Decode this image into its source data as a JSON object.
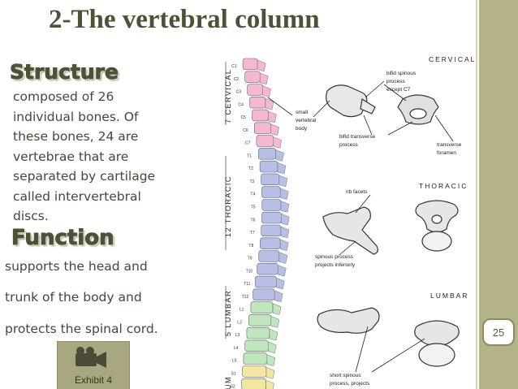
{
  "slide": {
    "title": "2-The vertebral column",
    "structure_heading": "Structure",
    "structure_text": "composed of 26\nindividual bones. Of\nthese bones, 24 are\nvertebrae that are\nseparated by cartilage\ncalled intervertebral\ndiscs.",
    "function_heading": "Function",
    "function_lines": [
      "supports the head and",
      "trunk of  the body and",
      "protects the spinal cord."
    ],
    "exhibit_label": "Exhibit 4",
    "page_number": "25"
  },
  "figure": {
    "region_labels": {
      "cervical": "7 CERVICAL",
      "thoracic": "12 THORACIC",
      "lumbar": "5 LUMBAR",
      "sacrum": "UM"
    },
    "section_titles": {
      "cervical": "CERVICAL",
      "thoracic": "THORACIC",
      "lumbar": "LUMBAR"
    },
    "annotations": {
      "bifid_spinous": [
        "bifid spinous",
        "process",
        "except C7"
      ],
      "small_body": [
        "small",
        "vertebral",
        "body"
      ],
      "bifid_transverse": [
        "bifid transverse",
        "process"
      ],
      "transverse_foramen": [
        "transverse",
        "foramen"
      ],
      "rib_facets": "rib facets",
      "spinous_inferior": [
        "spinous process",
        "projects inferiorly"
      ],
      "short_spinous": [
        "short spinous",
        "process, projects"
      ]
    },
    "vertebra_labels": [
      "C1",
      "C2",
      "C3",
      "C4",
      "C5",
      "C6",
      "C7",
      "T1",
      "T2",
      "T3",
      "T4",
      "T5",
      "T6",
      "T7",
      "T8",
      "T9",
      "T10",
      "T11",
      "T12",
      "L1",
      "L2",
      "L3",
      "L4",
      "L5",
      "S1",
      "S2"
    ],
    "colors": {
      "cervical": "#f4b8d2",
      "thoracic": "#b8bfe6",
      "lumbar": "#bfe6bf",
      "sacrum": "#f2e6a0"
    }
  }
}
